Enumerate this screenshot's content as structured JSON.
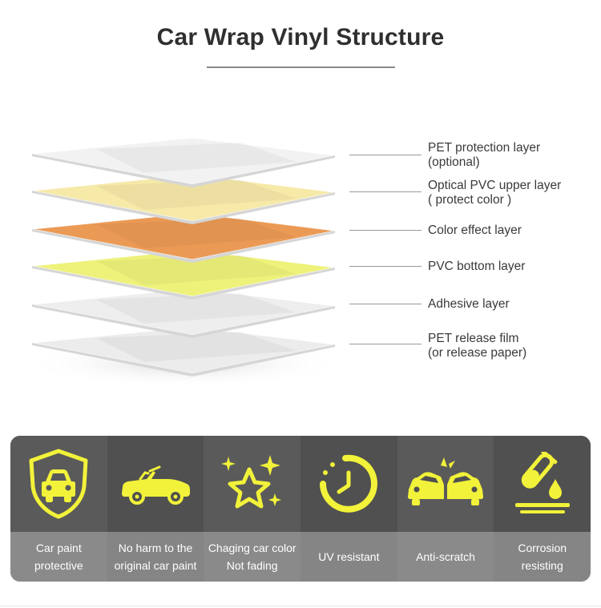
{
  "title": "Car Wrap Vinyl Structure",
  "layers": [
    {
      "line1": "PET protection layer",
      "line2": "(optional)",
      "color": "#f2f2f2"
    },
    {
      "line1": "Optical PVC upper layer",
      "line2": "( protect color )",
      "color": "#f7e9a8"
    },
    {
      "line1": "Color effect layer",
      "line2": "",
      "color": "#eb9a55"
    },
    {
      "line1": "PVC bottom layer",
      "line2": "",
      "color": "#eef27a"
    },
    {
      "line1": "Adhesive layer",
      "line2": "",
      "color": "#eeeeee"
    },
    {
      "line1": "PET release film",
      "line2": "(or release paper)",
      "color": "#ececec"
    }
  ],
  "features": [
    {
      "icon": "car-shield-icon",
      "line1": "Car paint",
      "line2": "protective"
    },
    {
      "icon": "convertible-car-icon",
      "line1": "No harm to the",
      "line2": "original car paint"
    },
    {
      "icon": "sparkle-star-icon",
      "line1": "Chaging car color",
      "line2": "Not fading"
    },
    {
      "icon": "clock-uv-icon",
      "line1": "UV resistant",
      "line2": ""
    },
    {
      "icon": "car-collision-icon",
      "line1": "Anti-scratch",
      "line2": ""
    },
    {
      "icon": "chemical-tube-icon",
      "line1": "Corrosion",
      "line2": "resisting"
    }
  ],
  "colors": {
    "icon": "#f2f23a",
    "panel": "#5a5a5a",
    "caption": "#8a8a8a"
  }
}
